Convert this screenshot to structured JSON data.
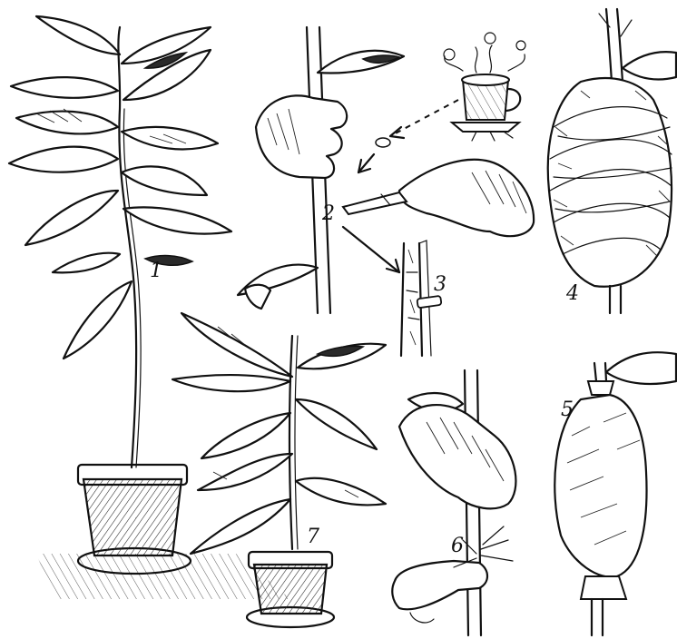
{
  "figure": {
    "step_labels": [
      "1",
      "2",
      "3",
      "4",
      "5",
      "6",
      "7"
    ]
  }
}
